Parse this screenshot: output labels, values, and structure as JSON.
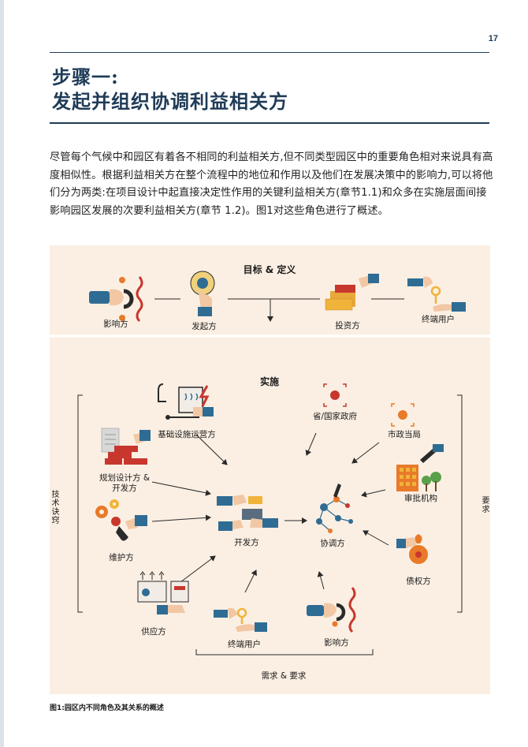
{
  "page": {
    "number": "17",
    "title_line1": "步骤一:",
    "title_line2": "发起并组织协调利益相关方",
    "body": "尽管每个气候中和园区有着各不相同的利益相关方,但不同类型园区中的重要角色相对来说具有高度相似性。根据利益相关方在整个流程中的地位和作用以及他们在发展决策中的影响力,可以将他们分为两类:在项目设计中起直接决定性作用的关键利益相关方(章节1.1)和众多在实施层面间接影响园区发展的次要利益相关方(章节 1.2)。图1对这些角色进行了概述。"
  },
  "figure": {
    "section_top": "目标 & 定义",
    "section_impl": "实施",
    "top_roles": [
      "影响方",
      "发起方",
      "投资方",
      "终端用户"
    ],
    "impl_roles": {
      "infrastructure": "基础设施运营方",
      "planner_line1": "规划设计方 &",
      "planner_line2": "开发方",
      "maintainer": "维护方",
      "supplier": "供应方",
      "developer": "开发方",
      "coordinator": "协调方",
      "government": "省/国家政府",
      "municipal": "市政当局",
      "approval": "审批机构",
      "creditor": "债权方",
      "end_user": "终端用户",
      "influencer": "影响方"
    },
    "left_bracket_label": "技术诀窍",
    "right_bracket_label": "要求",
    "bottom_bracket_label": "需求 & 要求",
    "caption": "图1:园区内不同角色及其关系的概述"
  },
  "colors": {
    "navy": "#1f3b57",
    "panel_bg": "#fbefe3",
    "sleeve_blue": "#2f6c94",
    "accent_red": "#c8372d",
    "accent_orange": "#e87a2a",
    "accent_yellow": "#f0b43a"
  }
}
